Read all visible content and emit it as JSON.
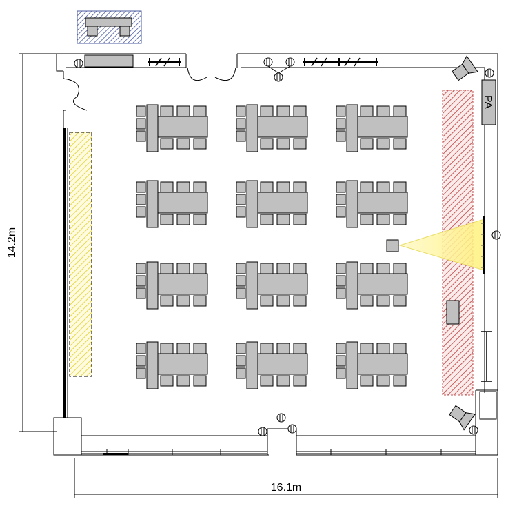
{
  "dimensions": {
    "height_label": "14.2m",
    "width_label": "16.1m"
  },
  "equipment": {
    "pa_label": "PA"
  },
  "layout": {
    "table_groups": 12,
    "table_grid": {
      "rows": 4,
      "columns": 3
    }
  },
  "colors": {
    "wall": "#000000",
    "furniture": "#c0c0c0",
    "yellow_zone": "#e6d84a",
    "red_zone": "#c65a5a",
    "projection_beam": "#fff27a"
  }
}
